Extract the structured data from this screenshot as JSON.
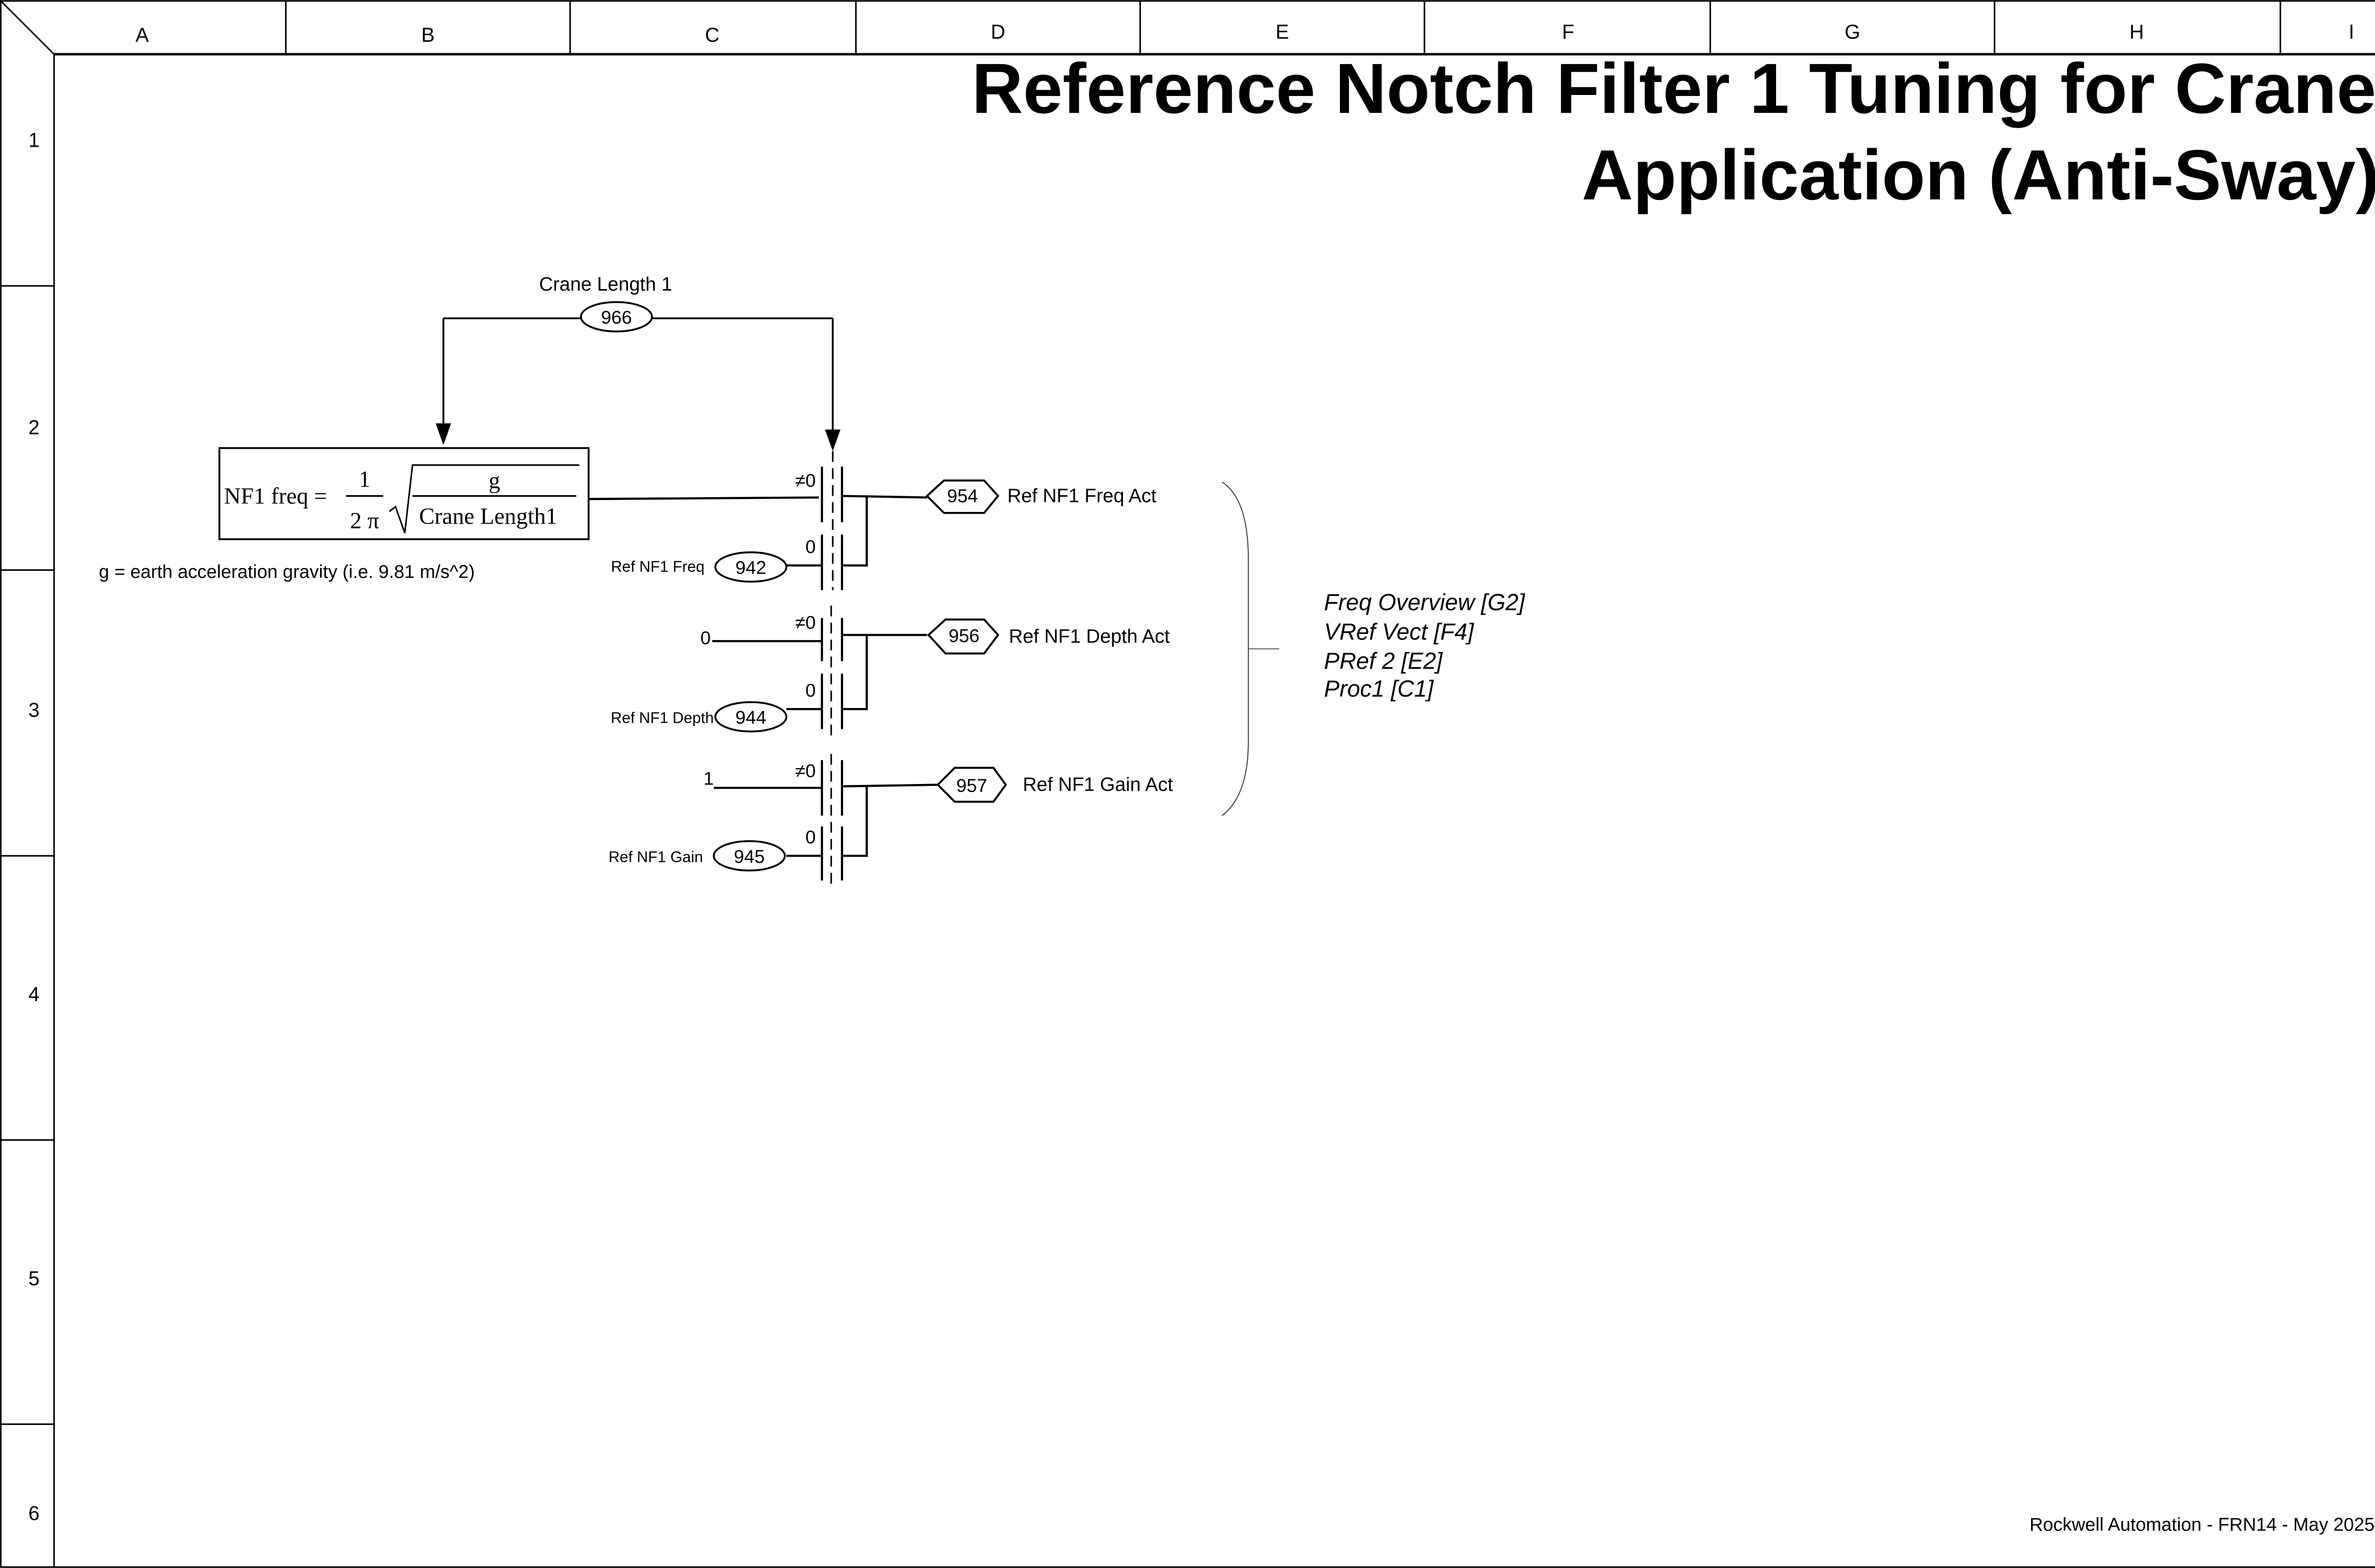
{
  "title": {
    "line1": "Reference Notch Filter 1 Tuning for Crane",
    "line2": "Application (Anti-Sway)"
  },
  "grid": {
    "columns": [
      "A",
      "B",
      "C",
      "D",
      "E",
      "F",
      "G",
      "H",
      "I"
    ],
    "rows": [
      "1",
      "2",
      "3",
      "4",
      "5",
      "6"
    ]
  },
  "crane_length": {
    "label": "Crane Length 1",
    "param": "966"
  },
  "formula": {
    "lhs": "NF1  freq =",
    "numerator_one": "1",
    "denominator": "2 π",
    "inner_numerator": "g",
    "inner_denominator": "Crane  Length1",
    "note": "g = earth acceleration gravity (i.e. 9.81 m/s^2)"
  },
  "switches": [
    {
      "top_label": "≠0",
      "bottom_label": "0",
      "top_input": "",
      "bottom_input_label": "Ref NF1 Freq",
      "bottom_input_param": "942",
      "output_param": "954",
      "output_label": "Ref NF1 Freq Act"
    },
    {
      "top_label": "≠0",
      "bottom_label": "0",
      "top_input": "0",
      "bottom_input_label": "Ref NF1 Depth",
      "bottom_input_param": "944",
      "output_param": "956",
      "output_label": "Ref NF1 Depth Act"
    },
    {
      "top_label": "≠0",
      "bottom_label": "0",
      "top_input": "1",
      "bottom_input_label": "Ref NF1 Gain",
      "bottom_input_param": "945",
      "output_param": "957",
      "output_label": "Ref NF1 Gain Act"
    }
  ],
  "references": [
    "Freq Overview [G2]",
    "VRef Vect [F4]",
    "PRef 2 [E2]",
    "Proc1 [C1]"
  ],
  "footer": "Rockwell Automation - FRN14 - May 2025"
}
